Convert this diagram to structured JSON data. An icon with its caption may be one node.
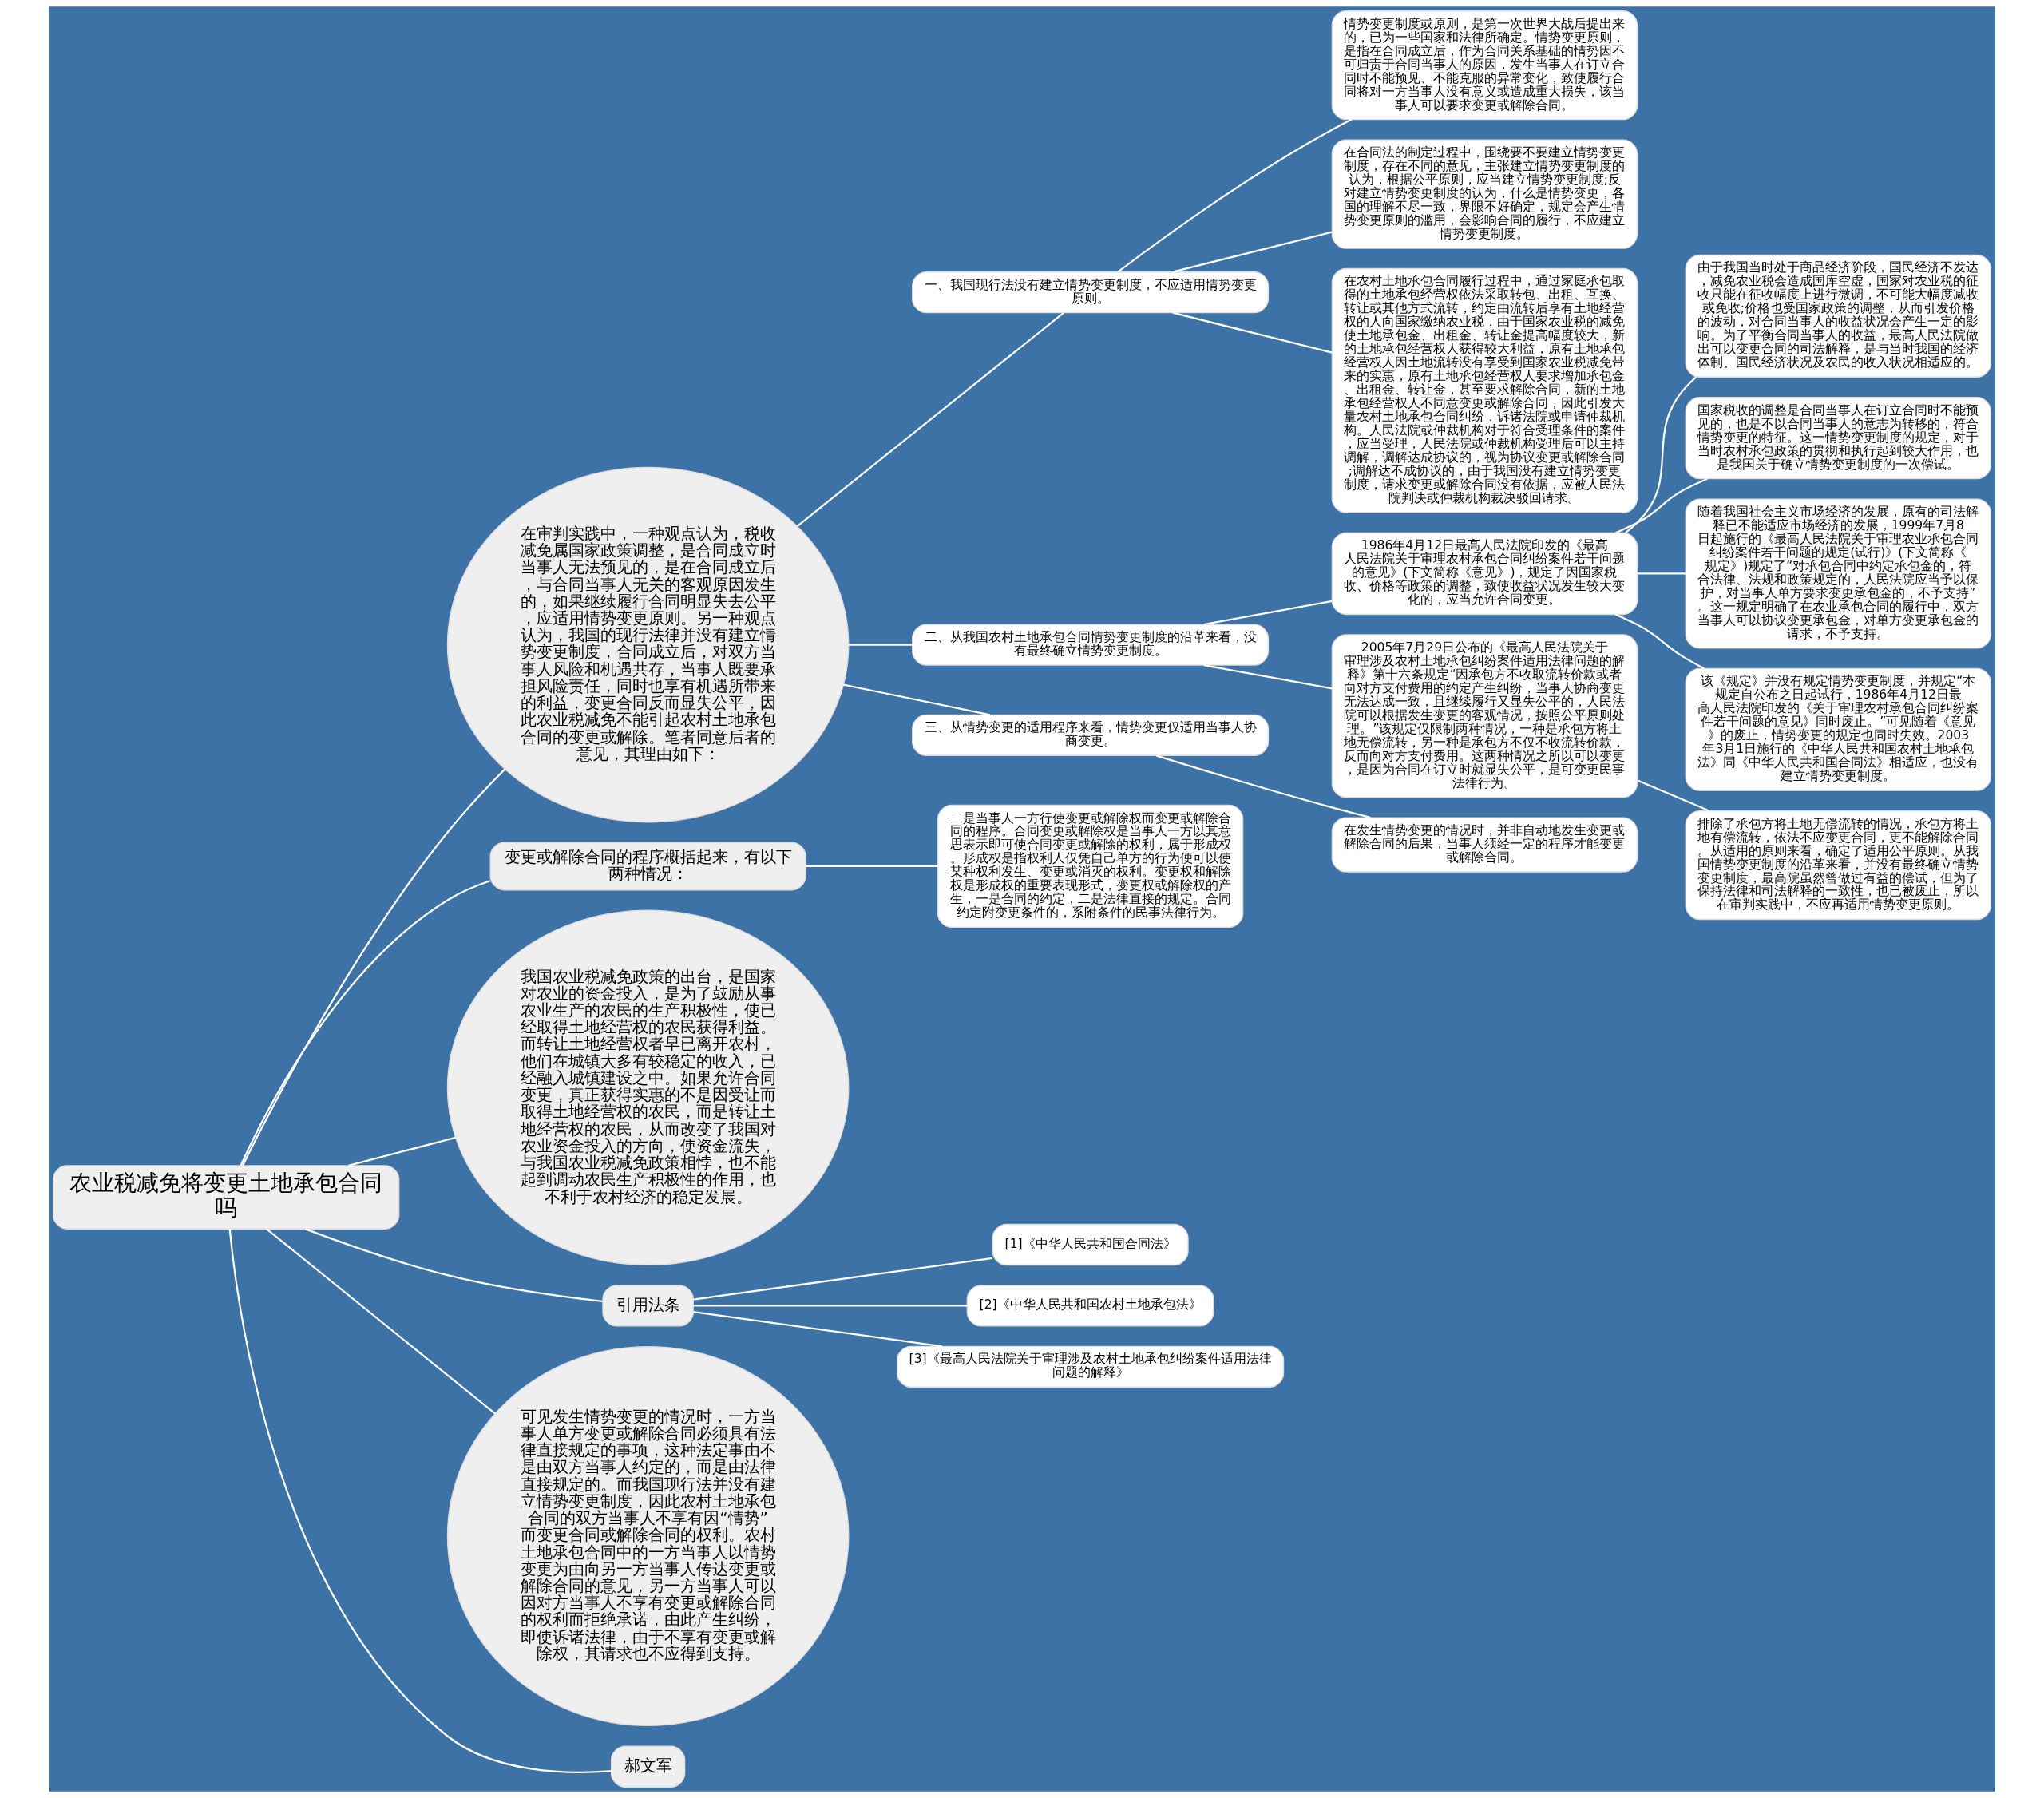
{
  "diagram": {
    "nodes": [
      {
        "text": [
          "农业税减免将变更土地承包合同吗"
        ]
      },
      {
        "text": [
          "在审判实践中，一种观点认为，税收减免属国家政策调整，是合同成立时当事人无法预见的，是在合同成立后，与合同当事人无关的客观原因发生的，如果继续履行合同明显失去公平，应适用情势变更原则。另一种观点认为，我国的现行法律并没有建立情势变更制度，合同成立后，对双方当事人风险和机遇共存，当事人既要承担风险责任，同时也享有机遇所带来的利益，变更合同反而显失公平，因此农业税减免不能引起农村土地承包合同的变更或解除。笔者同意后者的意见，其理由如下："
        ]
      },
      {
        "text": [
          "一、我国现行法没有建立情势变更制度，不应适用情势变更原则。"
        ]
      },
      {
        "text": [
          "情势变更制度或原则，是第一次世界大战后提出来的，已为一些国家和法律所确定。情势变更原则，是指在合同成立后，作为合同关系基础的情势因不可归责于合同当事人的原因，发生当事人在订立合同时不能预见、不能克服的异常变化，致使履行合同将对一方当事人没有意义或造成重大损失，该当事人可以要求变更或解除合同。"
        ]
      },
      {
        "text": [
          "在合同法的制定过程中，围绕要不要建立情势变更制度，存在不同的意见，主张建立情势变更制度的认为，根据公平原则，应当建立情势变更制度;反对建立情势变更制度的认为，什么是情势变更，各国的理解不尽一致，界限不好确定，规定会产生情势变更原则的滥用，会影响合同的履行，不应建立情势变更制度。"
        ]
      },
      {
        "text": [
          "在农村土地承包合同履行过程中，通过家庭承包取得的土地承包经营权依法采取转包、出租、互换、转让或其他方式流转，约定由流转后享有土地经营权的人向国家缴纳农业税，由于国家农业税的减免使土地承包金、出租金、转让金提高幅度较大，新的土地承包经营权人获得较大利益，原有土地承包经营权人因土地流转没有享受到国家农业税减免带来的实惠，原有土地承包经营权人要求增加承包金、出租金、转让金，甚至要求解除合同，新的土地承包经营权人不同意变更或解除合同，因此引发大量农村土地承包合同纠纷，诉诸法院或申请仲裁机构。人民法院或仲裁机构对于符合受理条件的案件，应当受理，人民法院或仲裁机构受理后可以主持调解，调解达成协议的，视为协议变更或解除合同;调解达不成协议的，由于我国没有建立情势变更制度，请求变更或解除合同没有依据，应被人民法院判决或仲裁机构裁决驳回请求。"
        ]
      },
      {
        "text": [
          "二、从我国农村土地承包合同情势变更制度的沿革来看，没有最终确立情势变更制度。"
        ]
      },
      {
        "text": [
          "1986年4月12日最高人民法院印发的《最高人民法院关于审理农村承包合同纠纷案件若干问题的意见》(下文简称《意见》)，规定了因国家税收、价格等政策的调整，致使收益状况发生较大变化的，应当允许合同变更。"
        ]
      },
      {
        "text": [
          "由于我国当时处于商品经济阶段，国民经济不发达，减免农业税会造成国库空虚，国家对农业税的征收只能在征收幅度上进行微调，不可能大幅度减收或免收;价格也受国家政策的调整，从而引发价格的波动，对合同当事人的收益状况会产生一定的影响。为了平衡合同当事人的收益，最高人民法院做出可以变更合同的司法解释，是与当时我国的经济体制、国民经济状况及农民的收入状况相适应的。"
        ]
      },
      {
        "text": [
          "国家税收的调整是合同当事人在订立合同时不能预见的，也是不以合同当事人的意志为转移的，符合情势变更的特征。这一情势变更制度的规定，对于当时农村承包政策的贯彻和执行起到较大作用，也是我国关于确立情势变更制度的一次偿试。"
        ]
      },
      {
        "text": [
          "随着我国社会主义市场经济的发展，原有的司法解释已不能适应市场经济的发展，1999年7月8日起施行的《最高人民法院关于审理农业承包合同纠纷案件若干问题的规定(试行)》(下文简称《规定》)规定了“对承包合同中约定承包金的，符合法律、法规和政策规定的，人民法院应当予以保护，对当事人单方要求变更承包金的，不予支持”。这一规定明确了在农业承包合同的履行中，双方当事人可以协议变更承包金，对单方变更承包金的请求，不予支持。"
        ]
      },
      {
        "text": [
          "该《规定》并没有规定情势变更制度，并规定“本规定自公布之日起试行，1986年4月12日最高人民法院印发的《关于审理农村承包合同纠纷案件若干问题的意见》同时废止。”可见随着《意见》的废止，情势变更的规定也同时失效。2003年3月1日施行的《中华人民共和国农村土地承包法》同《中华人民共和国合同法》相适应，也没有建立情势变更制度。"
        ]
      },
      {
        "text": [
          "2005年7月29日公布的《最高人民法院关于审理涉及农村土地承包纠纷案件适用法律问题的解释》第十六条规定“因承包方不收取流转价款或者向对方支付费用的约定产生纠纷，当事人协商变更无法达成一致，且继续履行又显失公平的，人民法院可以根据发生变更的客观情况，按照公平原则处理。”该规定仅限制两种情况，一种是承包方将土地无偿流转，另一种是承包方不仅不收流转价款，反而向对方支付费用。这两种情况之所以可以变更，是因为合同在订立时就显失公平，是可变更民事法律行为。"
        ]
      },
      {
        "text": [
          "排除了承包方将土地无偿流转的情况，承包方将土地有偿流转，依法不应变更合同，更不能解除合同。从适用的原则来看，确定了适用公平原则。从我国情势变更制度的沿革来看，并没有最终确立情势变更制度，最高院虽然曾做过有益的偿试，但为了保持法律和司法解释的一致性，也已被废止，所以在审判实践中，不应再适用情势变更原则。"
        ]
      },
      {
        "text": [
          "三、从情势变更的适用程序来看，情势变更仅适用当事人协商变更。"
        ]
      },
      {
        "text": [
          "在发生情势变更的情况时，并非自动地发生变更或解除合同的后果，当事人须经一定的程序才能变更或解除合同。"
        ]
      },
      {
        "text": [
          "变更或解除合同的程序概括起来，有以下两种情况："
        ]
      },
      {
        "text": [
          "二是当事人一方行使变更或解除权而变更或解除合同的程序。合同变更或解除权是当事人一方以其意思表示即可使合同变更或解除的权利，属于形成权。形成权是指权利人仅凭自己单方的行为便可以使某种权利发生、变更或消灭的权利。变更权和解除权是形成权的重要表现形式，变更权或解除权的产生，一是合同的约定，二是法律直接的规定。合同约定附变更条件的，系附条件的民事法律行为。"
        ]
      },
      {
        "text": [
          "我国农业税减免政策的出台，是国家对农业的资金投入，是为了鼓励从事农业生产的农民的生产积极性，使已经取得土地经营权的农民获得利益。而转让土地经营权者早已离开农村，他们在城镇大多有较稳定的收入，已经融入城镇建设之中。如果允许合同变更，真正获得实惠的不是因受让而取得土地经营权的农民，而是转让土地经营权的农民，从而改变了我国对农业资金投入的方向，使资金流失，与我国农业税减免政策相悖，也不能起到调动农民生产积极性的作用，也不利于农村经济的稳定发展。"
        ]
      },
      {
        "text": [
          "引用法条"
        ]
      },
      {
        "text": [
          "[1]《中华人民共和国合同法》"
        ]
      },
      {
        "text": [
          "[2]《中华人民共和国农村土地承包法》"
        ]
      },
      {
        "text": [
          "[3]《最高人民法院关于审理涉及农村土地承包纠纷案件适用法律问题的解释》"
        ]
      },
      {
        "text": [
          "可见发生情势变更的情况时，一方当事人单方变更或解除合同必须具有法律直接规定的事项，这种法定事由不是由双方当事人约定的，而是由法律直接规定的。而我国现行法并没有建立情势变更制度，因此农村土地承包合同的双方当事人不享有因“情势”而变更合同或解除合同的权利。农村土地承包合同中的一方当事人以情势变更为由向另一方当事人传达变更或解除合同的意见，另一方当事人可以因对方当事人不享有变更或解除合同的权利而拒绝承诺，由此产生纠纷，即使诉诸法律，由于不享有变更或解除权，其请求也不应得到支持。"
        ]
      },
      {
        "text": [
          "郝文军"
        ]
      }
    ],
    "edges": [
      {
        "from": 0,
        "to": 1,
        "arrow": "none"
      },
      {
        "from": 1,
        "to": 2,
        "arrow": "none"
      },
      {
        "from": 2,
        "to": 3,
        "arrow": "none"
      },
      {
        "from": 2,
        "to": 4,
        "arrow": "none"
      },
      {
        "from": 2,
        "to": 5,
        "arrow": "none"
      },
      {
        "from": 1,
        "to": 6,
        "arrow": "none"
      },
      {
        "from": 6,
        "to": 7,
        "arrow": "none"
      },
      {
        "from": 7,
        "to": 8,
        "arrow": "none"
      },
      {
        "from": 7,
        "to": 9,
        "arrow": "none"
      },
      {
        "from": 7,
        "to": 10,
        "arrow": "none"
      },
      {
        "from": 7,
        "to": 11,
        "arrow": "none"
      },
      {
        "from": 6,
        "to": 12,
        "arrow": "none"
      },
      {
        "from": 12,
        "to": 13,
        "arrow": "none"
      },
      {
        "from": 1,
        "to": 14,
        "arrow": "none"
      },
      {
        "from": 14,
        "to": 15,
        "arrow": "none"
      },
      {
        "from": 0,
        "to": 16,
        "arrow": "none"
      },
      {
        "from": 16,
        "to": 17,
        "arrow": "none"
      },
      {
        "from": 0,
        "to": 18,
        "arrow": "none"
      },
      {
        "from": 0,
        "to": 19,
        "arrow": "none"
      },
      {
        "from": 19,
        "to": 20,
        "arrow": "none"
      },
      {
        "from": 19,
        "to": 21,
        "arrow": "none"
      },
      {
        "from": 19,
        "to": 22,
        "arrow": "none"
      },
      {
        "from": 0,
        "to": 23,
        "arrow": "none"
      },
      {
        "from": 0,
        "to": 24,
        "arrow": "none"
      }
    ]
  }
}
